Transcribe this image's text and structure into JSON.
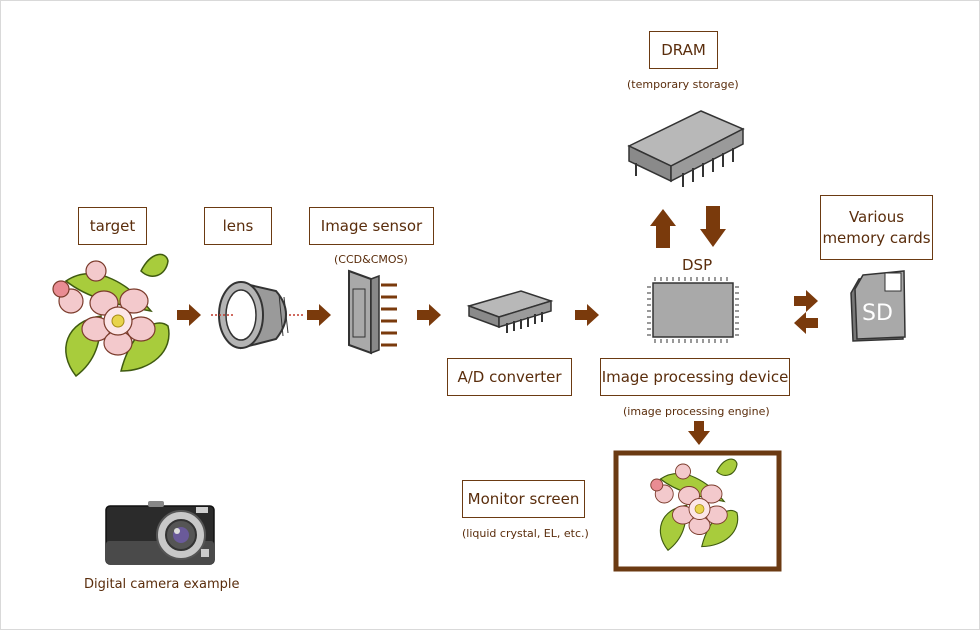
{
  "labels": {
    "target": "target",
    "lens": "lens",
    "image_sensor": "Image sensor",
    "image_sensor_note": "(CCD&CMOS)",
    "dram": "DRAM",
    "dram_note": "(temporary storage)",
    "dsp": "DSP",
    "memory_cards": "Various\nmemory cards",
    "sd_text": "SD",
    "ad_converter": "A/D converter",
    "image_processing_device": "Image processing device",
    "image_processing_note": "(image processing engine)",
    "monitor_screen": "Monitor screen",
    "monitor_note": "(liquid crystal, EL, etc.)",
    "camera_example": "Digital camera example"
  },
  "colors": {
    "arrow": "#7a3a0c",
    "box_border": "#6b3a12",
    "text": "#5a2d0c",
    "chip_body": "#a9a9a9",
    "leaf": "#a8cc3c",
    "petal": "#f3c9cc"
  }
}
